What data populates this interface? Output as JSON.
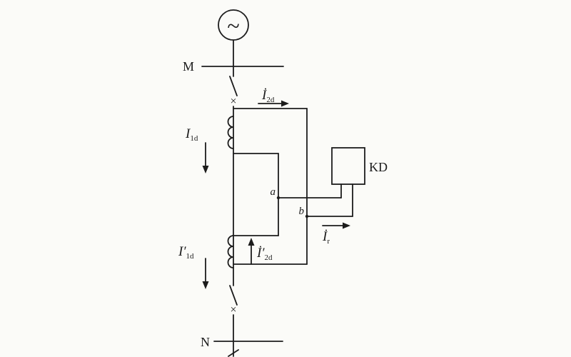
{
  "colors": {
    "background": "#fbfbf8",
    "stroke": "#1c1c1c"
  },
  "icons": {
    "ac_waveform": "~",
    "breaker_cross": "×"
  },
  "labels": {
    "bus_m": "M",
    "bus_n": "N",
    "relay": "KD",
    "node_a": "a",
    "node_b": "b",
    "current_primary_top": {
      "main": "I",
      "sub": "1d"
    },
    "current_secondary_top": {
      "main": "İ",
      "sub": "2d"
    },
    "current_primary_bottom": {
      "main": "I′",
      "sub": "1d"
    },
    "current_secondary_bottom": {
      "main": "İ′",
      "sub": "2d"
    },
    "current_relay": {
      "main": "İ",
      "sub": "r"
    }
  }
}
